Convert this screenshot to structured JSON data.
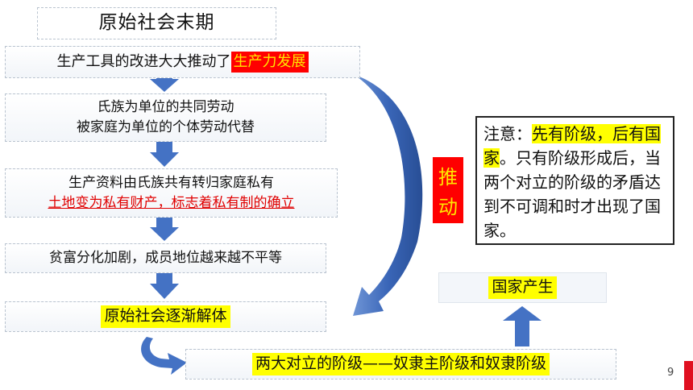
{
  "title": "原始社会末期",
  "steps": {
    "s1_text": "生产工具的改进大大推动了",
    "s1_highlight": "生产力发展",
    "s2_line1": "氏族为单位的共同劳动",
    "s2_line2": "被家庭为单位的个体劳动代替",
    "s3_line1": "生产资料由氏族共有转归家庭私有",
    "s3_line2": "土地变为私有财产，标志着私有制的确立",
    "s4": "贫富分化加剧，成员地位越来越不平等",
    "s5": "原始社会逐渐解体",
    "s6": "两大对立的阶级——奴隶主阶级和奴隶阶级"
  },
  "state": "国家产生",
  "push": [
    "推",
    "动"
  ],
  "note": {
    "prefix": "注意：",
    "highlight": "先有阶级，后有国家",
    "rest": "。只有阶级形成后，当两个对立的阶级的矛盾达到不可调和时才出现了国家。"
  },
  "page_number": "9",
  "colors": {
    "arrow_blue": "#4472c4",
    "highlight_red": "#ff0000",
    "highlight_yellow": "#ffff00"
  }
}
